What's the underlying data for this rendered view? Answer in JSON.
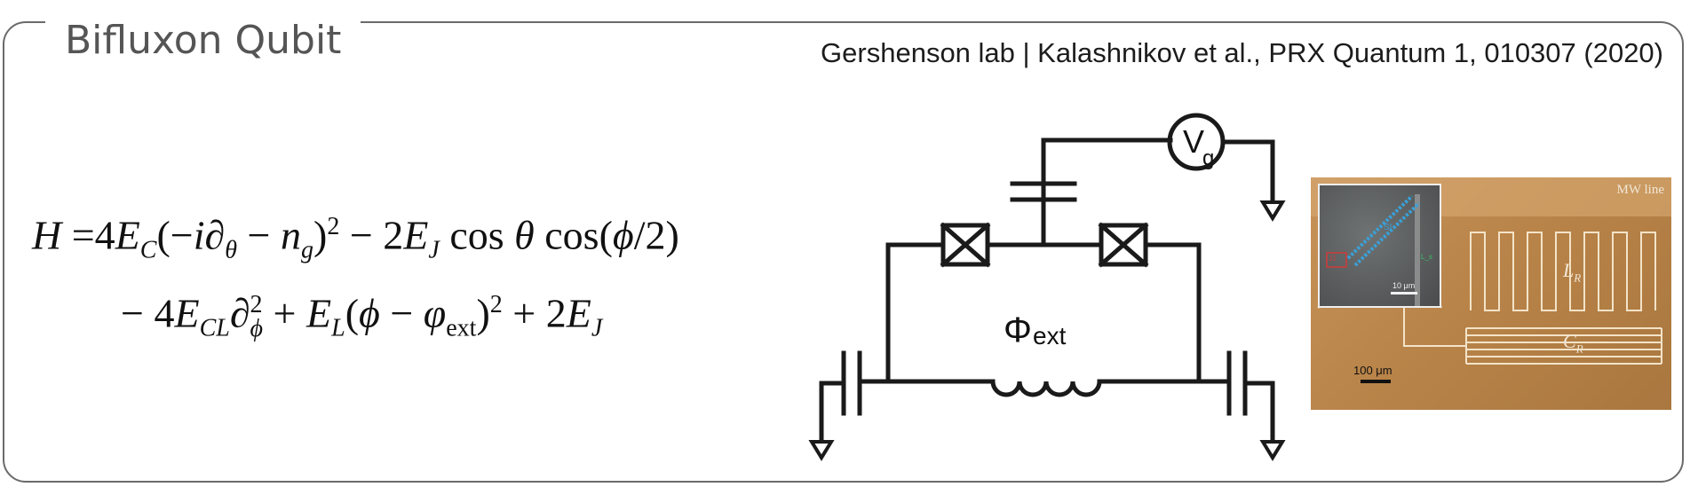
{
  "title": "Bifluxon Qubit",
  "citation": "Gershenson lab  | Kalashnikov et al., PRX Quantum 1, 010307 (2020)",
  "equation": {
    "line1": "H = 4E_C(−i∂_θ − n_g)^2 − 2E_J cos θ cos(ϕ/2)",
    "line2": "− 4E_CL ∂_ϕ^2 + E_L(ϕ − φ_ext)^2 + 2E_J"
  },
  "circuit": {
    "voltage_source_label": "V",
    "voltage_source_sub": "g",
    "flux_label": "Φ",
    "flux_sub": "ext"
  },
  "micrograph": {
    "mw_line_label": "MW line",
    "inductor_label": "L",
    "inductor_sub": "R",
    "capacitor_label": "C",
    "capacitor_sub": "R",
    "inset_scale": "10 μm",
    "main_scale": "100 μm",
    "inset_si_label": "SI",
    "inset_red_label": "JJ",
    "inset_green_label": "L_s"
  },
  "colors": {
    "frame": "#6a6a6a",
    "title": "#555555",
    "wire": "#1a1a1a",
    "substrate": "#b98449",
    "trace": "#f3e3c8",
    "inset_chain": "#3aa0d8"
  }
}
